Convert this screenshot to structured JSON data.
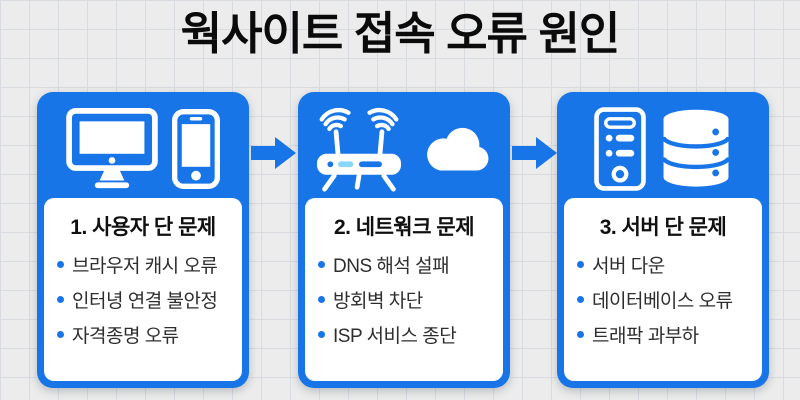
{
  "title": "웍사이트 접속 오류 원인",
  "cards": [
    {
      "title": "1. 사용자 단 문제",
      "icons": [
        "desktop-monitor-icon",
        "smartphone-icon"
      ],
      "bullets": [
        "브라우저 캐시 오류",
        "인터녕 연결 불안정",
        "자격종명 오류"
      ]
    },
    {
      "title": "2. 네트웎크 문제",
      "icons": [
        "wifi-router-icon",
        "cloud-icon"
      ],
      "bullets": [
        "DNS 해석 설패",
        "방회벽 차단",
        "ISP 서비스 종단"
      ]
    },
    {
      "title": "3. 서버 단 문제",
      "icons": [
        "server-tower-icon",
        "database-icon"
      ],
      "bullets": [
        "서버 다운",
        "데이터베이스 오류",
        "트래팍 과부하"
      ]
    }
  ],
  "arrows": [
    "right-arrow-icon",
    "right-arrow-icon"
  ],
  "colors": {
    "accent_blue": "#1875E8",
    "led_cyan": "#8AD8F8",
    "background": "#ECECEC",
    "grid_line": "#D8DCE1",
    "title_text": "#0B0B0B",
    "body_text": "#2E2E2E",
    "card_panel": "#FFFFFF"
  }
}
